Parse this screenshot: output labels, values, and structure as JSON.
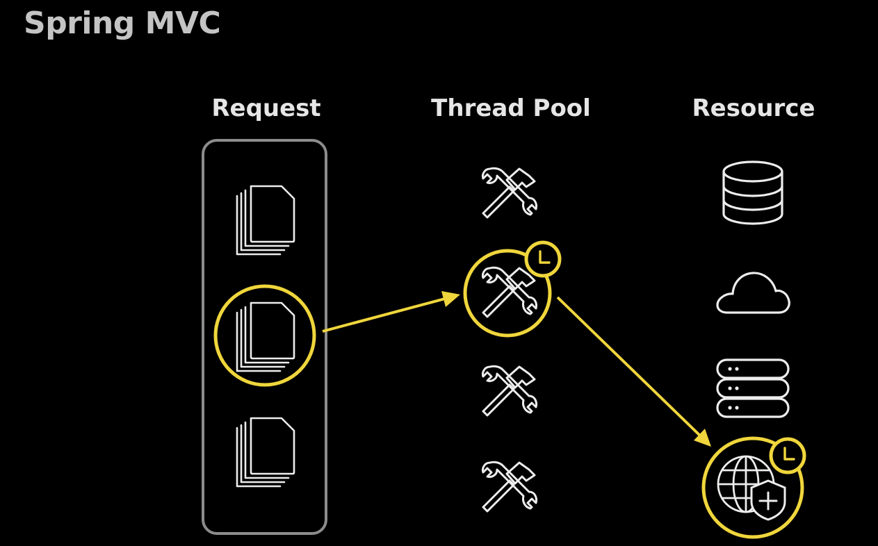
{
  "title": "Spring MVC",
  "columns": {
    "request": "Request",
    "thread_pool": "Thread Pool",
    "resource": "Resource"
  },
  "colors": {
    "background": "#000000",
    "highlight": "#f0d63c",
    "icon": "#ededed",
    "container_border": "#8c8c8c"
  }
}
